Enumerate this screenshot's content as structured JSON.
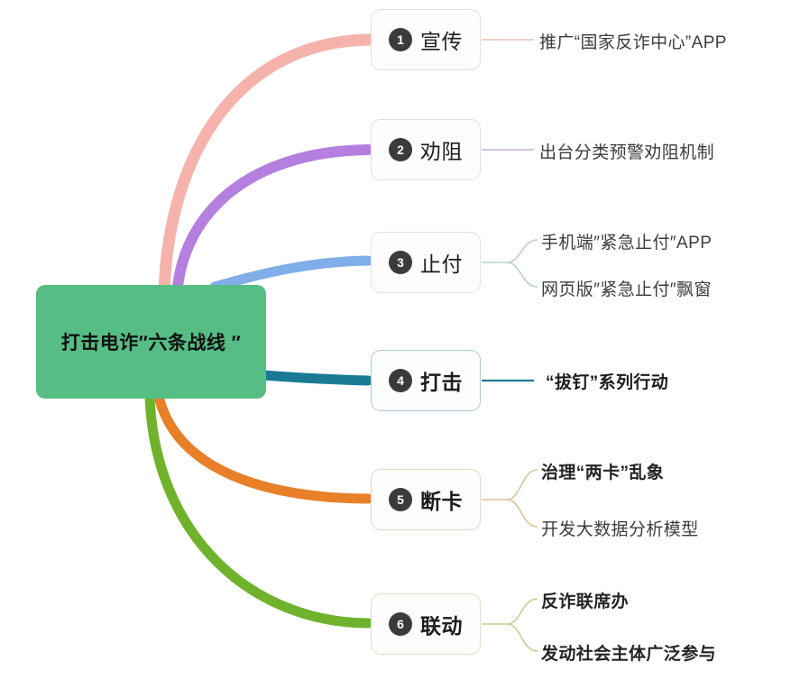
{
  "diagram": {
    "type": "mind-map",
    "title": "打击电诈″六条战线″",
    "center": {
      "label": "打击电诈″六条战线 ″",
      "color": "#56bd84"
    },
    "branches": [
      {
        "number": "1",
        "label": "宣传",
        "color": "#f6b3ac",
        "children": [
          "推广“国家反诈中心”APP"
        ]
      },
      {
        "number": "2",
        "label": "劝阻",
        "color": "#b57fe0",
        "children": [
          "出台分类预警劝阻机制"
        ]
      },
      {
        "number": "3",
        "label": "止付",
        "color": "#7faee8",
        "children": [
          "手机端″紧急止付″APP",
          "网页版″紧急止付″飘窗"
        ]
      },
      {
        "number": "4",
        "label": "打击",
        "color": "#1a7a96",
        "children": [
          "“拔钉”系列行动"
        ]
      },
      {
        "number": "5",
        "label": "断卡",
        "color": "#e8802a",
        "children": [
          "治理“两卡”乱象",
          "开发大数据分析模型"
        ]
      },
      {
        "number": "6",
        "label": "联动",
        "color": "#6fb22c",
        "children": [
          "反诈联席办",
          "发动社会主体广泛参与"
        ]
      }
    ]
  }
}
